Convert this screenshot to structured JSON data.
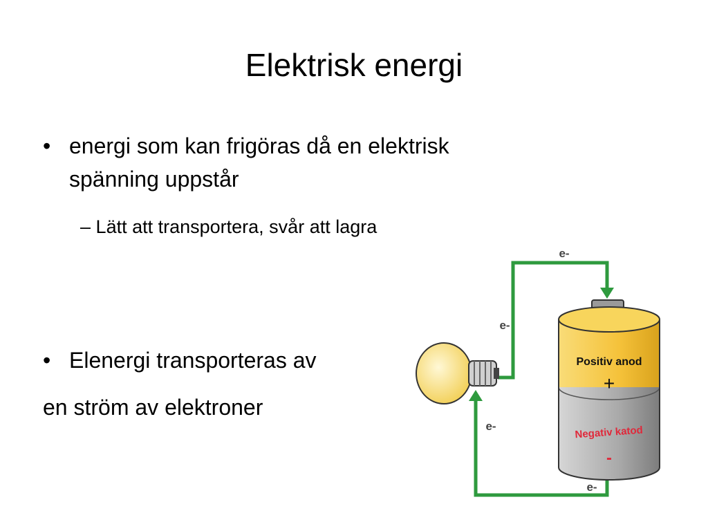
{
  "slide": {
    "title": "Elektrisk energi",
    "bullets": [
      {
        "line1": "energi som kan frigöras då en elektrisk",
        "line2": "spänning uppstår",
        "sub": "Lätt att transportera, svår att lagra"
      },
      {
        "line1": "Elenergi transporteras av"
      }
    ],
    "plain": "en ström av elektroner",
    "bullet_char": "•",
    "dash_char": "–"
  },
  "diagram": {
    "electron_label": "e-",
    "anode_label": "Positiv anod",
    "anode_sign": "+",
    "cathode_label": "Negativ katod",
    "cathode_sign": "-",
    "wire_color": "#2e9a3e",
    "anode_color": "#f7c842",
    "cathode_color": "#a8a8a8",
    "cathode_text_color": "#e0283a",
    "bulb_color": "#fbe27a"
  }
}
